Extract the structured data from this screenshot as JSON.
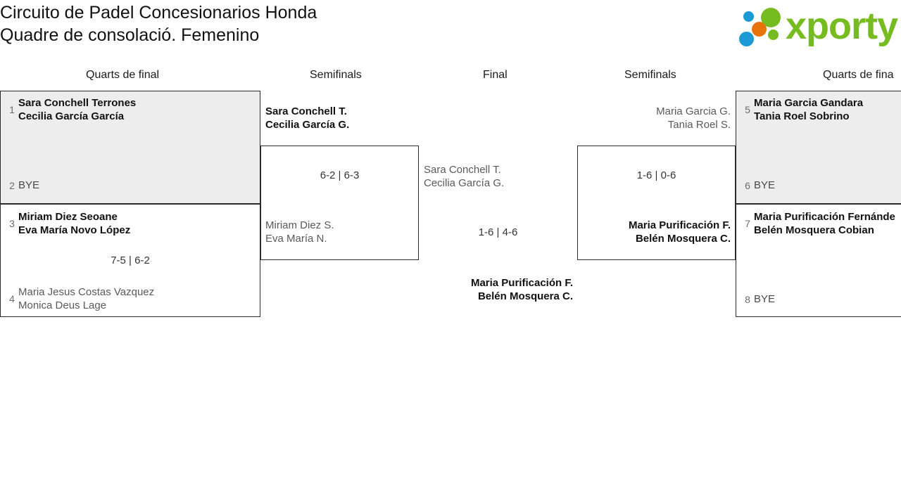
{
  "header": {
    "title_line1": "Circuito de Padel Concesionarios Honda",
    "title_line2": "Quadre de consolació. Femenino",
    "logo_text": "xporty",
    "logo_colors": {
      "green": "#76bc21",
      "blue": "#1b9ad6",
      "orange": "#e8730c"
    }
  },
  "rounds": {
    "qf_left": "Quarts de final",
    "sf_left": "Semifinals",
    "final": "Final",
    "sf_right": "Semifinals",
    "qf_right": "Quarts de fina"
  },
  "quarterfinals_left": {
    "match1": {
      "seed_a": "1",
      "player_a_line1": "Sara Conchell Terrones",
      "player_a_line2": "Cecilia García García",
      "seed_b": "2",
      "player_b_line1": "BYE",
      "score": ""
    },
    "match2": {
      "seed_a": "3",
      "player_a_line1": "Miriam Diez Seoane",
      "player_a_line2": "Eva María Novo López",
      "seed_b": "4",
      "player_b_line1": "Maria Jesus Costas Vazquez",
      "player_b_line2": "Monica Deus Lage",
      "score": "7-5 | 6-2"
    }
  },
  "quarterfinals_right": {
    "match3": {
      "seed_a": "5",
      "player_a_line1": "Maria Garcia Gandara",
      "player_a_line2": "Tania Roel Sobrino",
      "seed_b": "6",
      "player_b_line1": "BYE",
      "score": ""
    },
    "match4": {
      "seed_a": "7",
      "player_a_line1": "Maria Purificación Fernánde",
      "player_a_line2": "Belén Mosquera Cobian",
      "seed_b": "8",
      "player_b_line1": "BYE",
      "score": ""
    }
  },
  "semifinal_left": {
    "top_line1": "Sara Conchell T.",
    "top_line2": "Cecilia García G.",
    "bottom_line1": "Miriam Diez S.",
    "bottom_line2": "Eva María N.",
    "score": "6-2 | 6-3"
  },
  "semifinal_right": {
    "top_line1": "Maria Garcia G.",
    "top_line2": "Tania Roel S.",
    "bottom_line1": "Maria Purificación F.",
    "bottom_line2": "Belén Mosquera C.",
    "score": "1-6 | 0-6"
  },
  "final": {
    "top_line1": "Sara Conchell T.",
    "top_line2": "Cecilia García G.",
    "bottom_line1": "Maria Purificación F.",
    "bottom_line2": "Belén Mosquera C.",
    "score": "1-6 | 4-6"
  }
}
